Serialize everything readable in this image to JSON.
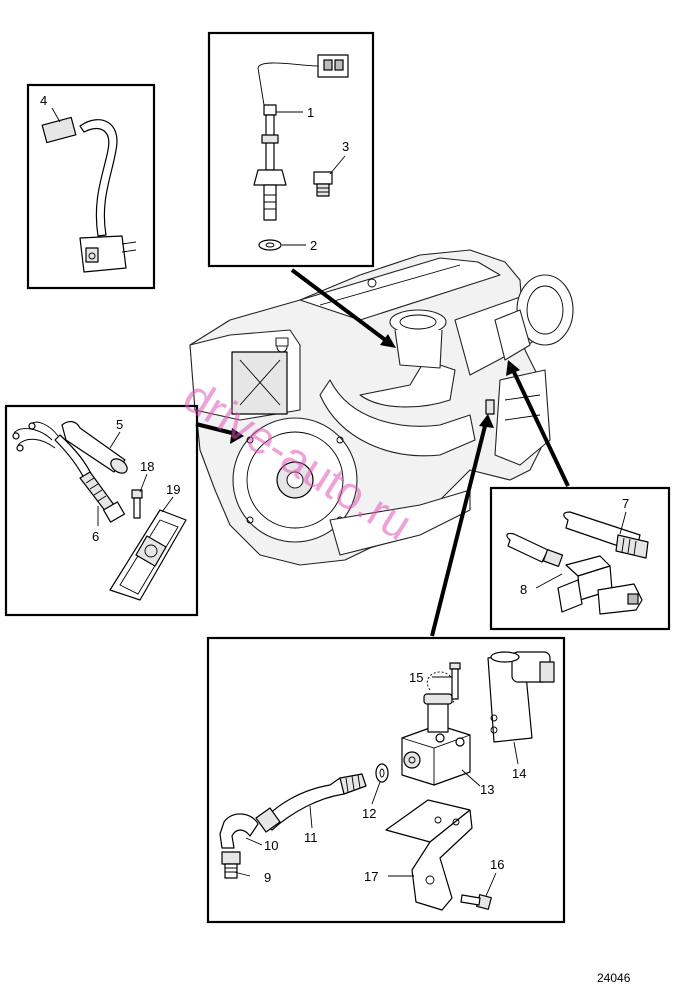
{
  "callouts": {
    "c1": "1",
    "c2": "2",
    "c3": "3",
    "c4": "4",
    "c5": "5",
    "c6": "6",
    "c7": "7",
    "c8": "8",
    "c9": "9",
    "c10": "10",
    "c11": "11",
    "c12": "12",
    "c13": "13",
    "c14": "14",
    "c15": "15",
    "c16": "16",
    "c17": "17",
    "c18": "18",
    "c19": "19"
  },
  "figure_number": "24046",
  "watermark": "drive-auto.ru",
  "colors": {
    "line": "#000000",
    "watermark": "#e055b8",
    "fill_grey": "#e6e6e6"
  }
}
